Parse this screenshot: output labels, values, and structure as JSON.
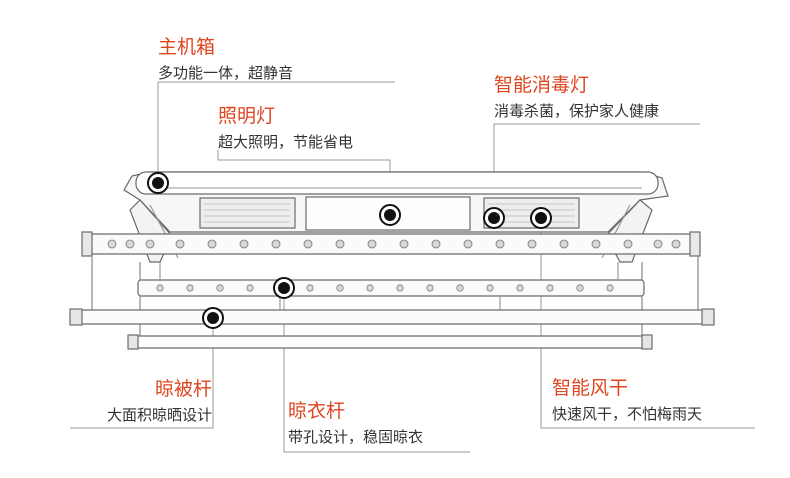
{
  "features": {
    "host_box": {
      "title": "主机箱",
      "desc": "多功能一体，超静音"
    },
    "light": {
      "title": "照明灯",
      "desc": "超大照明，节能省电"
    },
    "uv_lamp": {
      "title": "智能消毒灯",
      "desc": "消毒杀菌，保护家人健康"
    },
    "quilt_rod": {
      "title": "晾被杆",
      "desc": "大面积晾晒设计"
    },
    "cloth_rod": {
      "title": "晾衣杆",
      "desc": "带孔设计，稳固晾衣"
    },
    "air_dry": {
      "title": "智能风干",
      "desc": "快速风干，不怕梅雨天"
    }
  },
  "colors": {
    "title": "#e0451f",
    "text": "#333333",
    "line": "#9a9a9a",
    "sketch": "#6b6b6b"
  }
}
